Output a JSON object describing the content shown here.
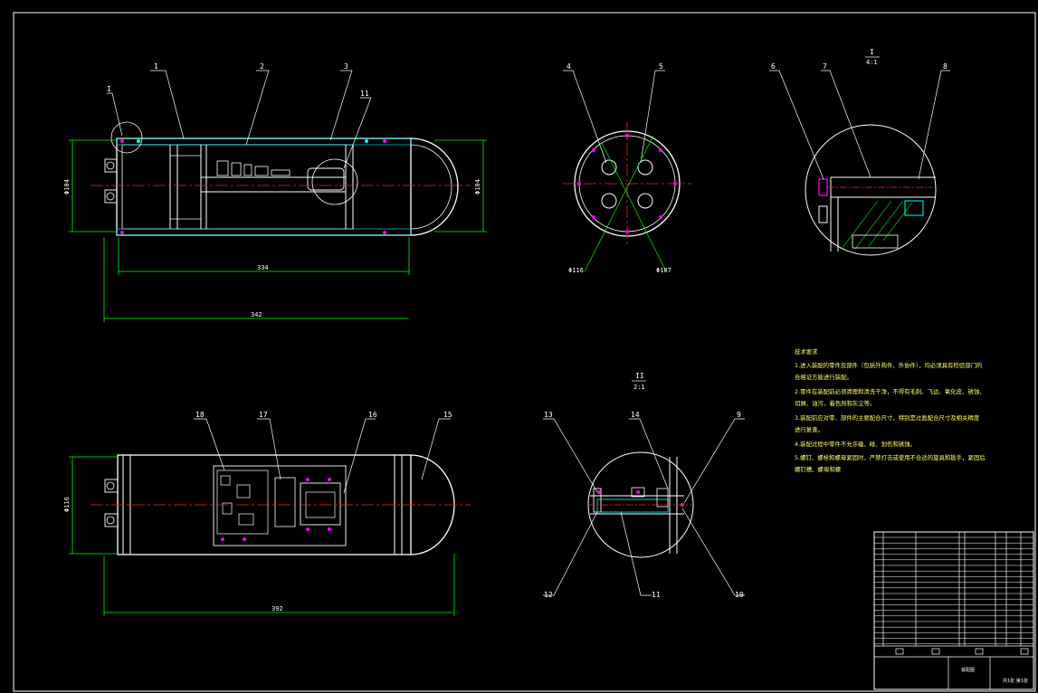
{
  "colors": {
    "background": "#000000",
    "outline": "#ffffff",
    "dimension": "#00ff00",
    "centerline": "#ff2020",
    "accent": "#ff00ff",
    "highlight": "#00ffff",
    "note_text": "#ffff66"
  },
  "views": {
    "side_section": {
      "callouts": [
        "1",
        "2",
        "3",
        "11"
      ],
      "detail_mark": "I",
      "dims": {
        "dia_left": "Φ104",
        "dia_right": "Φ104",
        "length_inner": "334",
        "length_outer": "342"
      }
    },
    "end_view": {
      "callouts": [
        "4",
        "5"
      ],
      "dims": {
        "dia_outer": "Φ116",
        "dia_inner": "Φ107"
      }
    },
    "detail_I": {
      "label_num": "I",
      "label_scale": "4:1",
      "callouts": [
        "6",
        "7",
        "8"
      ]
    },
    "bottom_view": {
      "callouts": [
        "18",
        "17",
        "16",
        "15"
      ],
      "dims": {
        "dia": "Φ116",
        "length": "392"
      }
    },
    "detail_II": {
      "label_num": "II",
      "label_scale": "2:1",
      "callouts_top": [
        "13",
        "14",
        "9"
      ],
      "callouts_bottom": [
        "12",
        "11",
        "10"
      ]
    }
  },
  "notes": {
    "title": "技术要求",
    "lines": [
      "1.进入装配的零件及部件（包括外购件、外协件），均必须具有检验部门的",
      "合格证方能进行装配。",
      "2.零件在装配前必须清理和清洗干净，不得有毛刺、飞边、氧化皮、锈蚀、",
      "切屑、油污、着色剂和灰尘等。",
      "3.装配前应对零、部件的主要配合尺寸，特别是过盈配合尺寸及相关精度",
      "进行复查。",
      "4.装配过程中零件不允许磕、碰、划伤和锈蚀。",
      "5.螺钉、螺栓和螺母紧固时，严禁打击或使用不合适的旋具和扳手，紧固后",
      "螺钉槽、螺母和螺"
    ]
  },
  "title_block": {
    "drawing_name": "装配图",
    "sheet": "共1张 第1张"
  }
}
